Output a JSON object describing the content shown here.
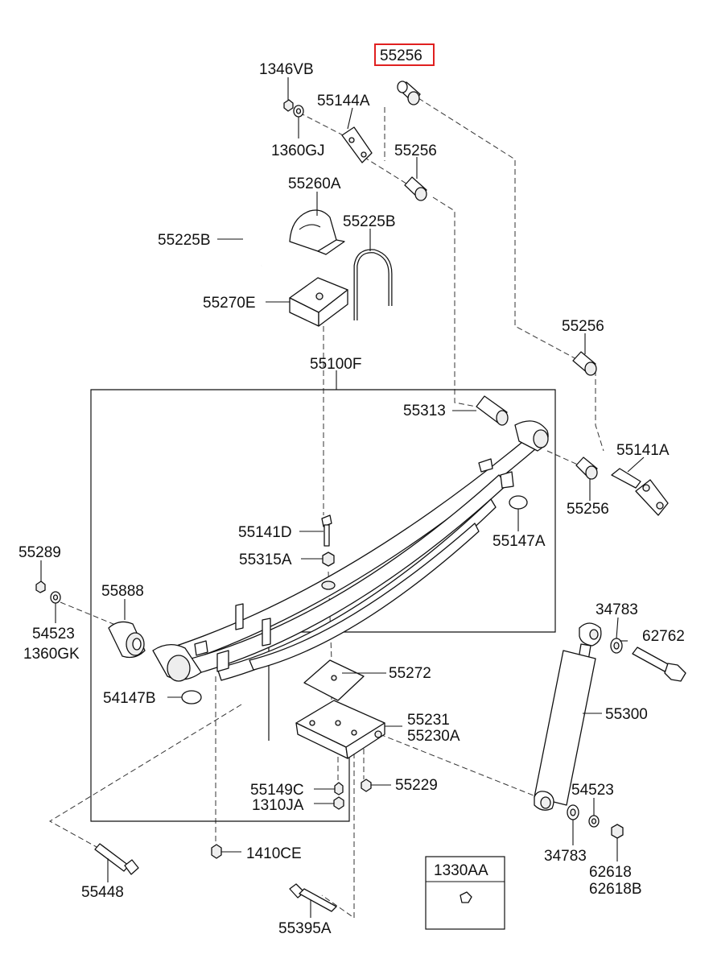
{
  "colors": {
    "highlight": "#e02020",
    "ink": "#111111"
  },
  "labels": {
    "p55256_top": "55256",
    "p1346VB": "1346VB",
    "p55144A": "55144A",
    "p1360GJ": "1360GJ",
    "p55256_b": "55256",
    "p55260A": "55260A",
    "p55225B_l": "55225B",
    "p55225B_r": "55225B",
    "p55270E": "55270E",
    "p55100F": "55100F",
    "p55256_c": "55256",
    "p55313": "55313",
    "p55141A": "55141A",
    "p55256_d": "55256",
    "p55141D": "55141D",
    "p55147A": "55147A",
    "p55315A": "55315A",
    "p55289": "55289",
    "p55888": "55888",
    "p54523_l": "54523",
    "p1360GK": "1360GK",
    "p34783_t": "34783",
    "p62762": "62762",
    "p55272": "55272",
    "p55300": "55300",
    "p54147B": "54147B",
    "p55231": "55231",
    "p55230A": "55230A",
    "p55229": "55229",
    "p54523_r": "54523",
    "p55149C": "55149C",
    "p1310JA": "1310JA",
    "p34783_b": "34783",
    "p62618": "62618",
    "p62618B": "62618B",
    "p1410CE": "1410CE",
    "p1330AA": "1330AA",
    "p55448": "55448",
    "p55395A": "55395A"
  }
}
